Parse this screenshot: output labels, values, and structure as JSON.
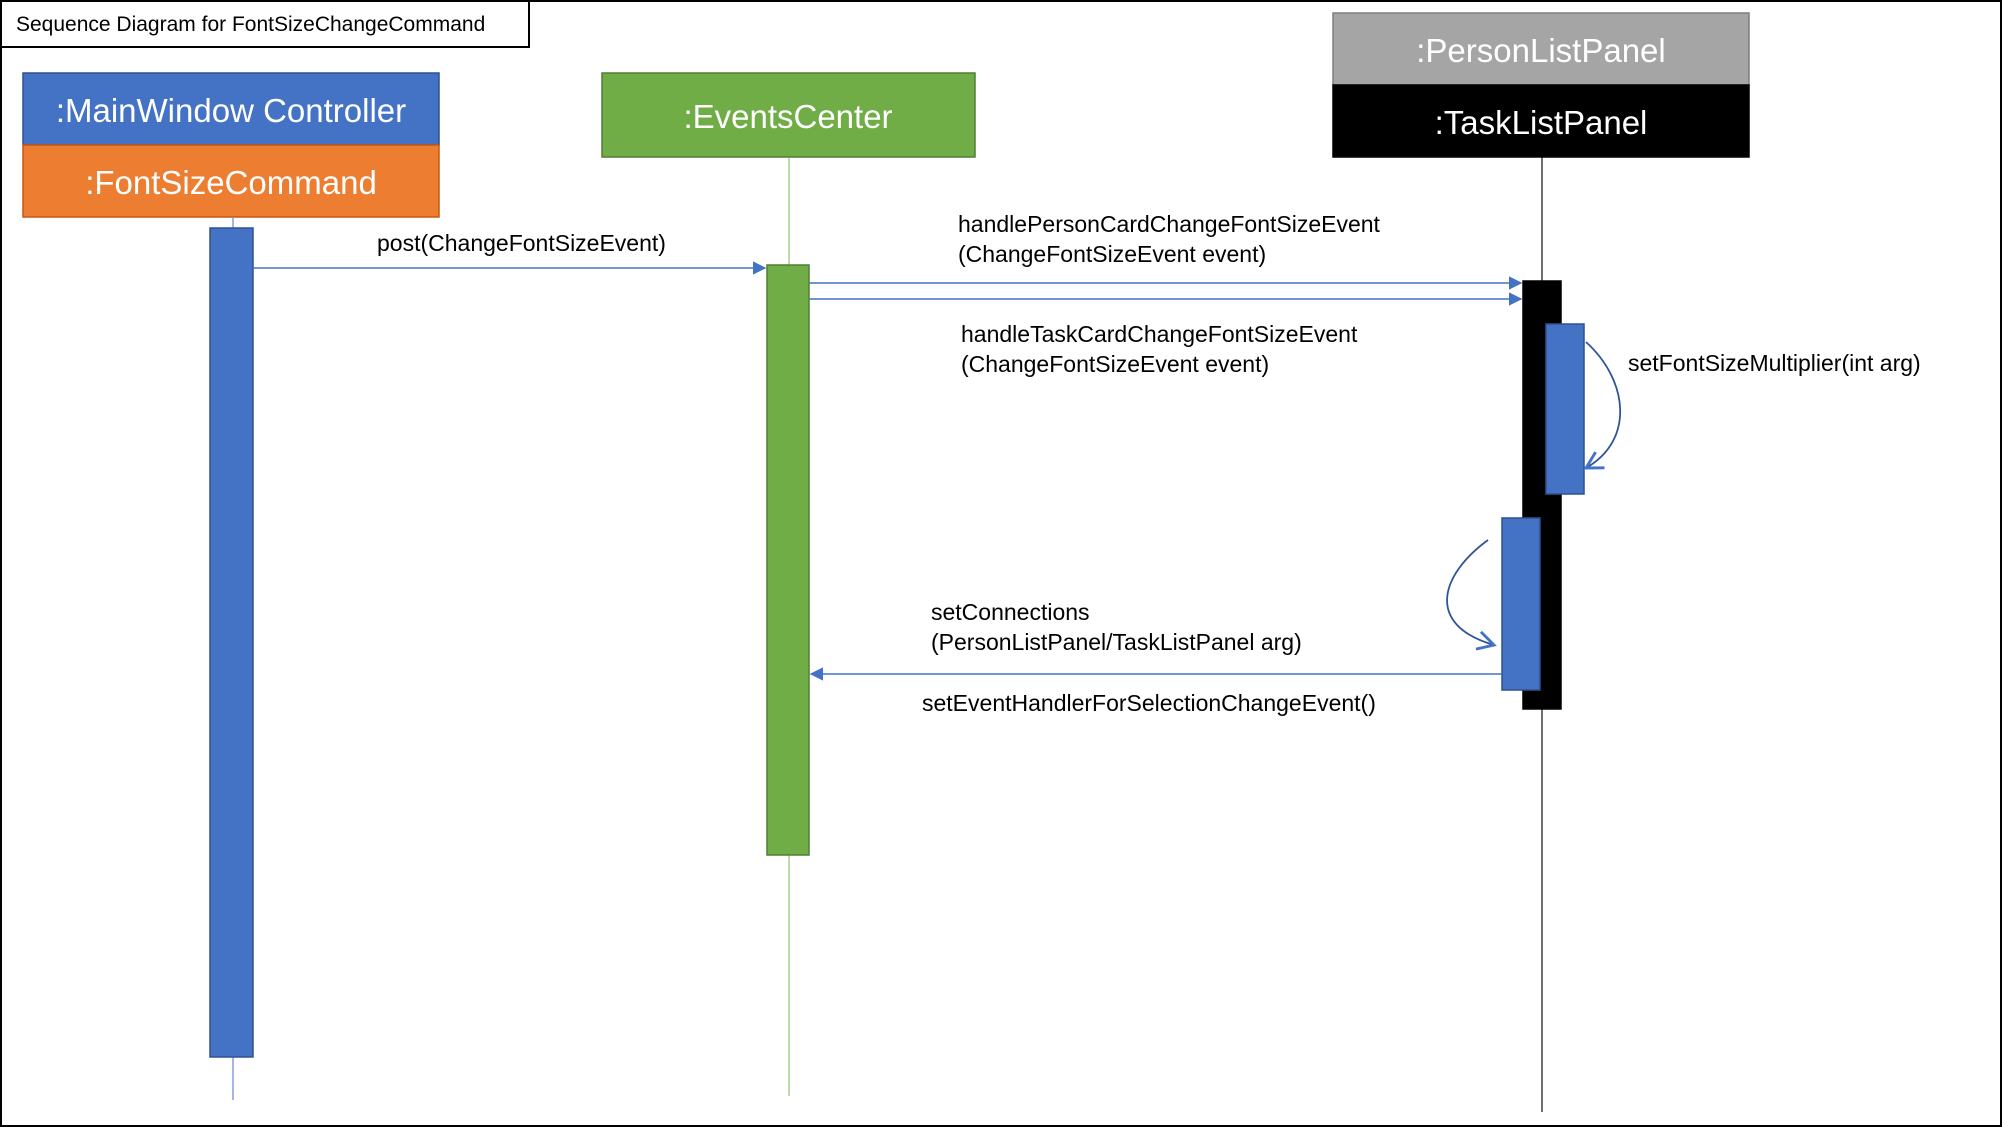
{
  "diagram": {
    "title": "Sequence Diagram for FontSizeChangeCommand",
    "participants": {
      "main_window_controller": ":MainWindow Controller",
      "font_size_command": ":FontSizeCommand",
      "events_center": ":EventsCenter",
      "person_list_panel": ":PersonListPanel",
      "task_list_panel": ":TaskListPanel"
    },
    "messages": {
      "post": "post(ChangeFontSizeEvent)",
      "handle_person_line1": "handlePersonCardChangeFontSizeEvent",
      "handle_person_line2": "(ChangeFontSizeEvent event)",
      "handle_task_line1": "handleTaskCardChangeFontSizeEvent",
      "handle_task_line2": "(ChangeFontSizeEvent event)",
      "set_font_size_multiplier": "setFontSizeMultiplier(int arg)",
      "set_connections_line1": "setConnections",
      "set_connections_line2": "(PersonListPanel/TaskListPanel arg)",
      "set_event_handler": "setEventHandlerForSelectionChangeEvent()"
    },
    "colors": {
      "blue": "#4472C4",
      "orange": "#ED7D31",
      "green": "#70AD47",
      "gray": "#A5A5A5",
      "black": "#000000",
      "line_blue": "#4472C4",
      "lifeline_green": "#A9D18E",
      "text": "#000000",
      "header_text": "#ffffff"
    }
  }
}
